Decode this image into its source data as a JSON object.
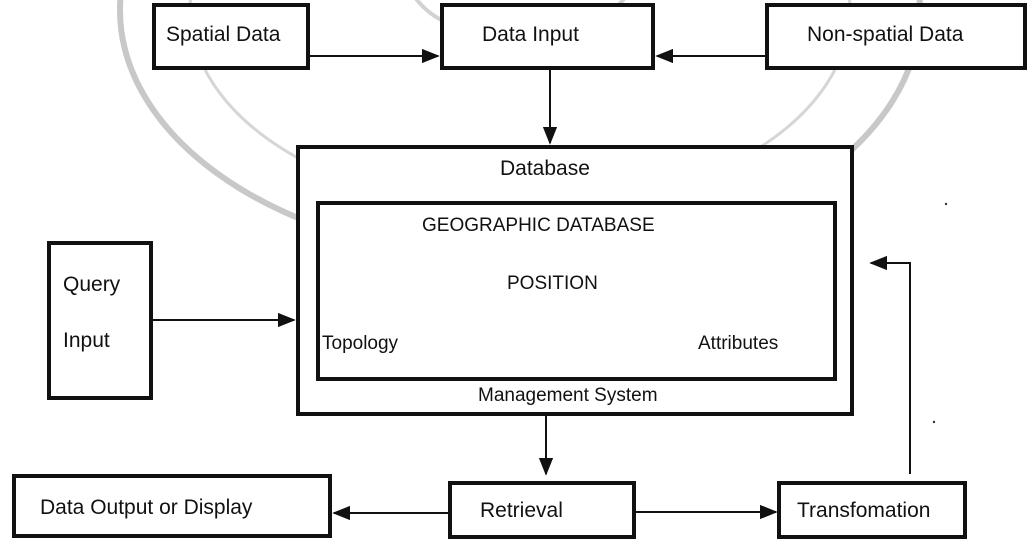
{
  "nodes": {
    "spatial_data": "Spatial Data",
    "data_input": "Data Input",
    "non_spatial_data": "Non-spatial Data",
    "database": "Database",
    "geographic_database": "GEOGRAPHIC DATABASE",
    "position": "POSITION",
    "topology": "Topology",
    "attributes": "Attributes",
    "management_system": "Management System",
    "query": "Query",
    "input": "Input",
    "data_output": "Data Output or Display",
    "retrieval": "Retrieval",
    "transformation": "Transfomation"
  },
  "colors": {
    "line": "#111111",
    "watermark": "#c8c8c8"
  }
}
